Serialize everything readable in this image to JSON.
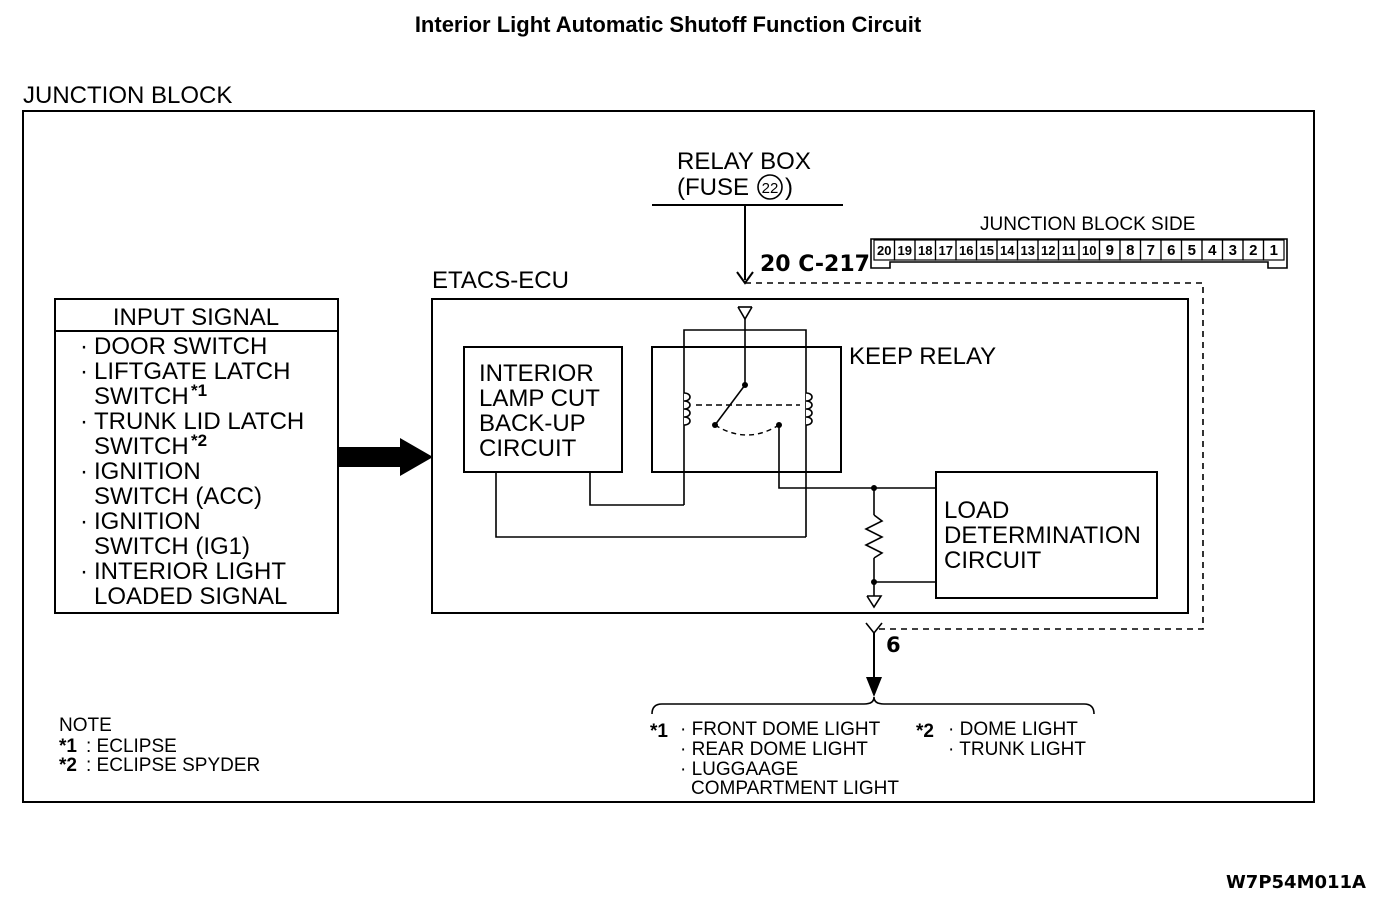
{
  "title": "Interior Light Automatic Shutoff Function Circuit",
  "junction_block_label": "JUNCTION BLOCK",
  "relay_box": {
    "line1": "RELAY BOX",
    "line2_prefix": "(FUSE",
    "fuse_number": "22",
    "line2_suffix": ")"
  },
  "junction_block_side": {
    "label": "JUNCTION BLOCK SIDE",
    "pins": [
      "20",
      "19",
      "18",
      "17",
      "16",
      "15",
      "14",
      "13",
      "12",
      "11",
      "10",
      "9",
      "8",
      "7",
      "6",
      "5",
      "4",
      "3",
      "2",
      "1"
    ]
  },
  "connector_label": "20 C-217",
  "etacs_label": "ETACS-ECU",
  "input_signal": {
    "header": "INPUT SIGNAL",
    "bullet": "·",
    "lines": [
      {
        "bullet": true,
        "text": "DOOR SWITCH",
        "sup": ""
      },
      {
        "bullet": true,
        "text": "LIFTGATE LATCH",
        "sup": ""
      },
      {
        "bullet": false,
        "text": "SWITCH",
        "sup": "*1"
      },
      {
        "bullet": true,
        "text": "TRUNK LID LATCH",
        "sup": ""
      },
      {
        "bullet": false,
        "text": "SWITCH",
        "sup": "*2"
      },
      {
        "bullet": true,
        "text": "IGNITION",
        "sup": ""
      },
      {
        "bullet": false,
        "text": "SWITCH (ACC)",
        "sup": ""
      },
      {
        "bullet": true,
        "text": "IGNITION",
        "sup": ""
      },
      {
        "bullet": false,
        "text": "SWITCH (IG1)",
        "sup": ""
      },
      {
        "bullet": true,
        "text": "INTERIOR LIGHT",
        "sup": ""
      },
      {
        "bullet": false,
        "text": "LOADED SIGNAL",
        "sup": ""
      }
    ]
  },
  "backup_circuit": [
    "INTERIOR",
    "LAMP CUT",
    "BACK-UP",
    "CIRCUIT"
  ],
  "keep_relay_label": "KEEP RELAY",
  "load_circuit": [
    "LOAD",
    "DETERMINATION",
    "CIRCUIT"
  ],
  "output_pin": "6",
  "outputs": {
    "group1_marker": "*1",
    "group1": [
      "· FRONT DOME LIGHT",
      "· REAR DOME LIGHT",
      "· LUGGAAGE",
      "COMPARTMENT LIGHT"
    ],
    "group2_marker": "*2",
    "group2": [
      "· DOME LIGHT",
      "· TRUNK LIGHT"
    ]
  },
  "note": {
    "label": "NOTE",
    "items": [
      {
        "marker": "*1",
        "text": ": ECLIPSE"
      },
      {
        "marker": "*2",
        "text": ": ECLIPSE SPYDER"
      }
    ]
  },
  "figure_code": "W7P54M011A"
}
